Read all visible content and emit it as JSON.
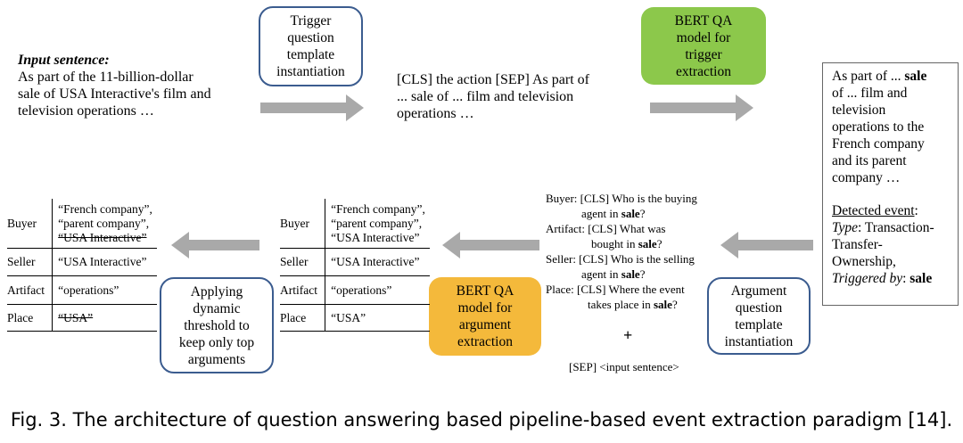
{
  "input": {
    "label": "Input sentence:",
    "line1": "As part of the 11-billion-dollar",
    "line2": "sale of USA Interactive's film and",
    "line3": "television operations …"
  },
  "trigger_template": {
    "line1": "Trigger",
    "line2": "question",
    "line3": "template",
    "line4": "instantiation"
  },
  "cls_text": {
    "line1": "[CLS] the action [SEP] As part of",
    "line2": "... sale of ... film and television",
    "line3": "operations …"
  },
  "bert_trigger": {
    "line1": "BERT QA",
    "line2": "model for",
    "line3": "trigger",
    "line4": "extraction"
  },
  "result": {
    "l1a": "As part of ... ",
    "l1b": "sale",
    "l2": "of ... film and",
    "l3": "television",
    "l4": "operations  to the",
    "l5": "French company",
    "l6": "and its parent",
    "l7": "company …",
    "detected_label": "Detected event",
    "detected_colon": ":",
    "type_label": "Type",
    "type_value1": ": Transaction-",
    "type_value2": "Transfer-",
    "type_value3": "Ownership,",
    "triggered_label": "Triggered by",
    "triggered_colon": ": ",
    "triggered_value": "sale"
  },
  "questions": {
    "buyer_a": "Buyer: [CLS] Who is the buying",
    "buyer_b": "agent in ",
    "buyer_bold": "sale",
    "buyer_end": "?",
    "artifact_a": "Artifact: [CLS] What was",
    "artifact_b": "bought in ",
    "artifact_bold": "sale",
    "artifact_end": "?",
    "seller_a": "Seller: [CLS] Who is the selling",
    "seller_b": "agent in ",
    "seller_bold": "sale",
    "seller_end": "?",
    "place_a": "Place: [CLS] Where the event",
    "place_b": "takes place in ",
    "place_bold": "sale",
    "place_end": "?",
    "plus": "+",
    "sep": "[SEP] <input sentence>"
  },
  "arg_template": {
    "line1": "Argument",
    "line2": "question",
    "line3": "template",
    "line4": "instantiation"
  },
  "bert_arg": {
    "line1": "BERT QA",
    "line2": "model for",
    "line3": "argument",
    "line4": "extraction"
  },
  "threshold": {
    "line1": "Applying",
    "line2": "dynamic",
    "line3": "threshold to",
    "line4": "keep only top",
    "line5": "arguments"
  },
  "table_mid": {
    "buyer_role": "Buyer",
    "buyer_v1": "“French company”,",
    "buyer_v2": "“parent company”,",
    "buyer_v3": "“USA Interactive”",
    "seller_role": "Seller",
    "seller_v": "“USA Interactive”",
    "artifact_role": "Artifact",
    "artifact_v": "“operations”",
    "place_role": "Place",
    "place_v": "“USA”"
  },
  "table_final": {
    "buyer_role": "Buyer",
    "buyer_v1": "“French company”,",
    "buyer_v2": "“parent company”,",
    "buyer_v3": "“USA Interactive”",
    "seller_role": "Seller",
    "seller_v": "“USA Interactive”",
    "artifact_role": "Artifact",
    "artifact_v": "“operations”",
    "place_role": "Place",
    "place_v": "“USA”"
  },
  "caption": "Fig. 3.  The architecture of question answering based pipeline-based event extraction paradigm [14].",
  "colors": {
    "box_border": "#3b5c8f",
    "bert_trigger": "#8cc84b",
    "bert_arg": "#f4b93b",
    "arrow": "#a9a9a9"
  }
}
